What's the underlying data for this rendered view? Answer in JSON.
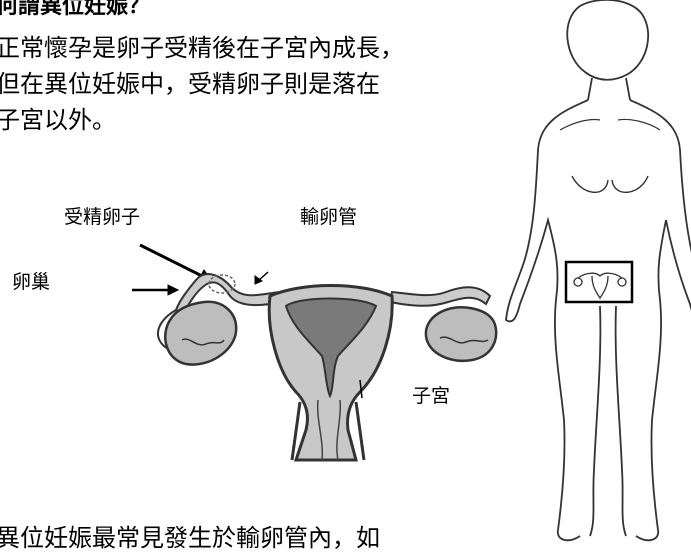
{
  "heading": "何謂異位妊娠？",
  "intro_lines": [
    "正常懷孕是卵子受精後在子宮內成長，",
    "但在異位妊娠中，受精卵子則是落在",
    "子宮以外。"
  ],
  "labels": {
    "fertilized_egg": "受精卵子",
    "fallopian_tube": "輸卵管",
    "ovary": "卵巢",
    "uterus": "子宮"
  },
  "bottom_line": "異位妊娠最常見發生於輸卵管內，如"
}
